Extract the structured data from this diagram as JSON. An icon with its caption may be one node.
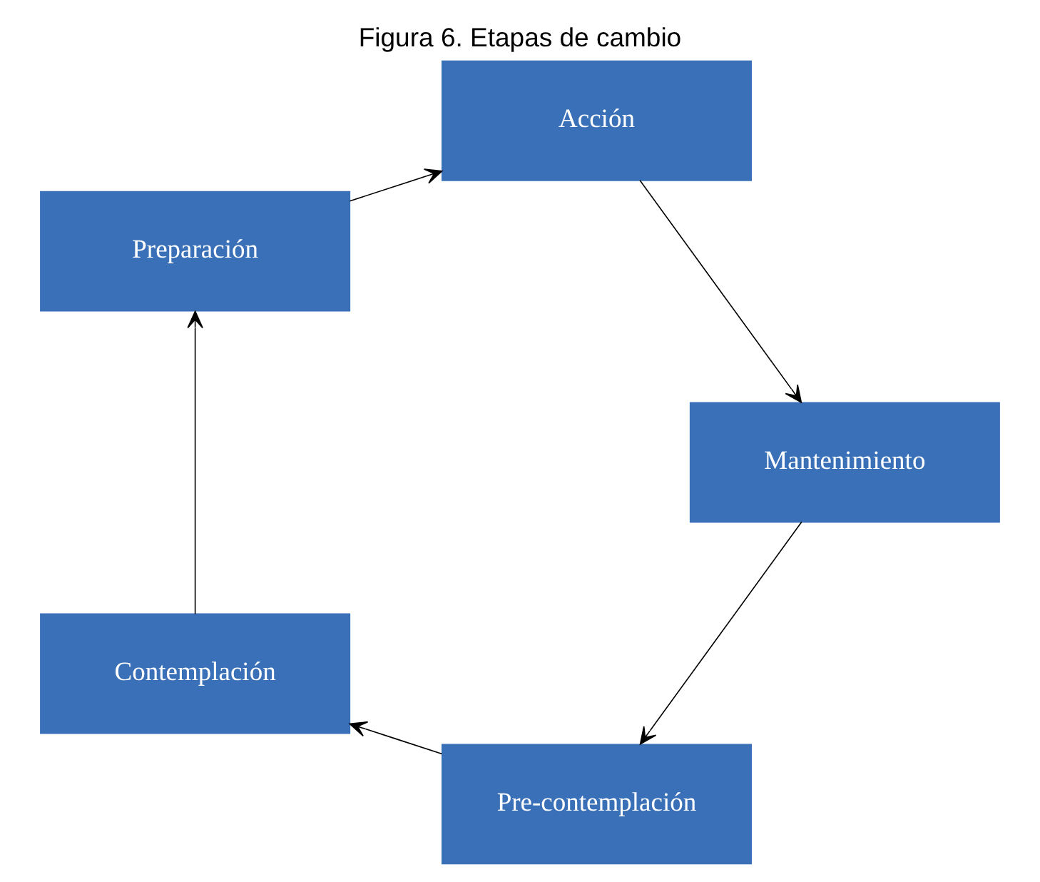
{
  "diagram": {
    "title": "Figura 6. Etapas de cambio",
    "nodes": [
      {
        "text": [
          "Pre-contemplación"
        ]
      },
      {
        "text": [
          "Contemplación"
        ]
      },
      {
        "text": [
          "Preparación"
        ]
      },
      {
        "text": [
          "Acción"
        ]
      },
      {
        "text": [
          "Mantenimiento"
        ]
      }
    ],
    "edges": [
      {
        "from": 0,
        "to": 1,
        "arrow": "to"
      },
      {
        "from": 1,
        "to": 2,
        "arrow": "to"
      },
      {
        "from": 2,
        "to": 3,
        "arrow": "to"
      },
      {
        "from": 3,
        "to": 4,
        "arrow": "to"
      },
      {
        "from": 4,
        "to": 0,
        "arrow": "to"
      }
    ]
  }
}
